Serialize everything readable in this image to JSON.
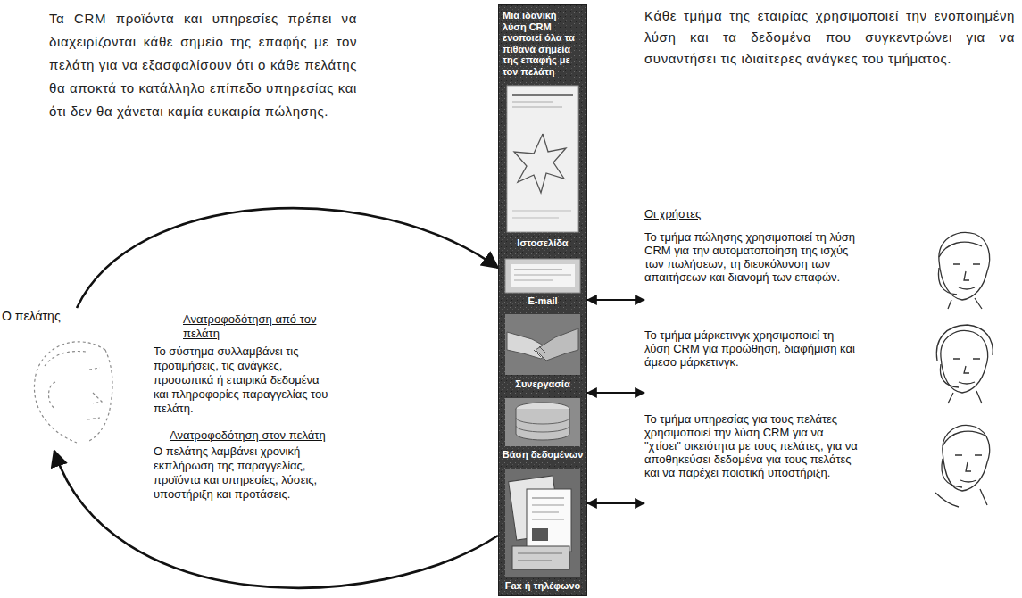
{
  "diagram": {
    "nodes": [
      {
        "text": [
          "Ο πελάτης"
        ]
      },
      {
        "text": [
          "Μια ιδανική λύση CRM ενοποιεί όλα τα πιθανά σημεία της επαφής με τον πελάτη"
        ]
      },
      {
        "text": [
          "Το τμήμα πώλησης χρησιμοποιεί τη λύση CRM για την αυτοματοποίηση της ισχύς των πωλήσεων, τη διευκόλυνση των απαιτήσεων και διανομή των επαφών."
        ]
      },
      {
        "text": [
          "Το τμήμα μάρκετινγκ χρησιμοποιεί τη λύση CRM για προώθηση, διαφήμιση και άμεσο μάρκετινγκ."
        ]
      },
      {
        "text": [
          "Το τμήμα υπηρεσίας για τους πελάτες χρησιμοποιεί την λύση CRM για να \"χτίσει\" οικειότητα με τους πελάτες, για να αποθηκεύσει δεδομένα για τους πελάτες και να παρέχει ποιοτική υποστήριξη."
        ]
      }
    ],
    "edges": [
      {
        "from": 0,
        "to": 1,
        "arrow": "to"
      },
      {
        "from": 1,
        "to": 0,
        "arrow": "to"
      },
      {
        "from": 1,
        "to": 2,
        "arrow": "both"
      },
      {
        "from": 1,
        "to": 3,
        "arrow": "both"
      },
      {
        "from": 1,
        "to": 4,
        "arrow": "both"
      }
    ],
    "labels": [
      "Τα CRM προϊόντα και υπηρεσίες πρέπει να διαχειρίζονται κάθε σημείο της επαφής με τον πελάτη για να εξασφαλίσουν ότι ο κάθε πελάτης θα αποκτά το κατάλληλο επίπεδο υπηρεσίας και ότι δεν θα χάνεται καμία ευκαιρία πώλησης.",
      "Κάθε τμήμα της εταιρίας χρησιμοποιεί την ενοποιημένη λύση και τα δεδομένα που συγκεντρώνει για να συναντήσει τις ιδιαίτερες ανάγκες του τμήματος.",
      "Ανατροφοδότηση από τον πελάτη",
      "Το σύστημα συλλαμβάνει τις προτιμήσεις, τις ανάγκες, προσωπικά ή εταιρικά δεδομένα και πληροφορίες παραγγελίας του πελάτη.",
      "Ανατροφοδότηση στον πελάτη",
      "Ο πελάτης λαμβάνει χρονική εκπλήρωση της παραγγελίας, προϊόντα και υπηρεσίες, λύσεις, υποστήριξη και προτάσεις.",
      "Ιστοσελίδα",
      "E-mail",
      "Συνεργασία",
      "Βάση δεδομένων",
      "Fax ή τηλέφωνο",
      "Οι χρήστες"
    ]
  }
}
